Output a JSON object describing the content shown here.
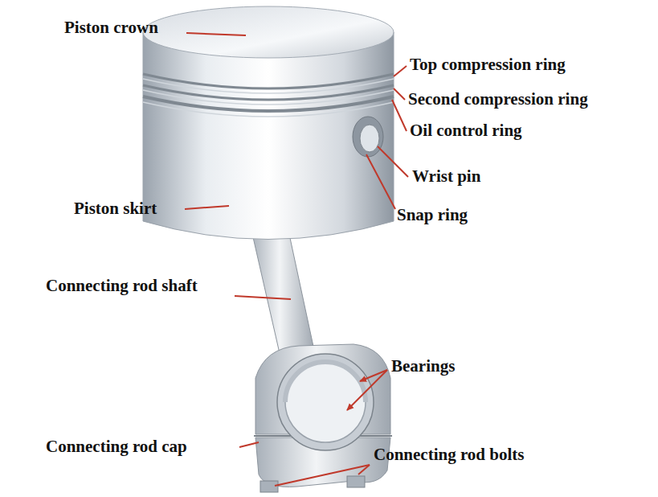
{
  "diagram": {
    "labels": [
      "Piston crown",
      "Top compression ring",
      "Second compression ring",
      "Oil control ring",
      "Wrist pin",
      "Snap ring",
      "Piston skirt",
      "Connecting rod shaft",
      "Bearings",
      "Connecting rod cap",
      "Connecting rod bolts"
    ]
  }
}
